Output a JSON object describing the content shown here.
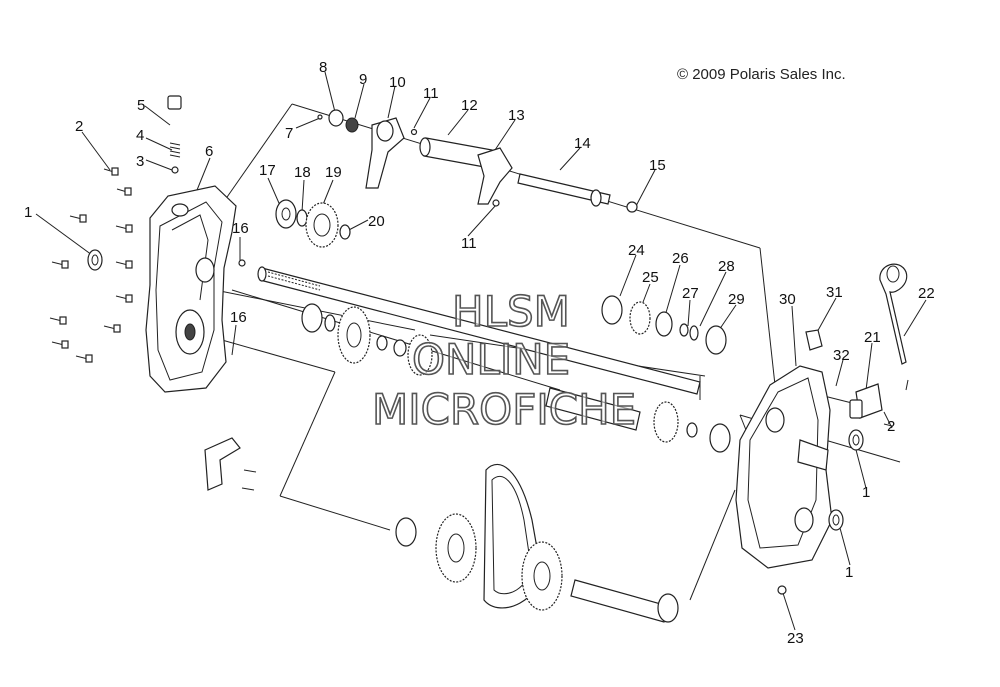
{
  "copyright": "© 2009 Polaris Sales Inc.",
  "watermark": {
    "line1": "HLSM",
    "line2": "ONLINE",
    "line3": "MICROFICHE"
  },
  "callouts": [
    {
      "id": "c-1a",
      "text": "1"
    },
    {
      "id": "c-2a",
      "text": "2"
    },
    {
      "id": "c-3",
      "text": "3"
    },
    {
      "id": "c-4",
      "text": "4"
    },
    {
      "id": "c-5",
      "text": "5"
    },
    {
      "id": "c-6",
      "text": "6"
    },
    {
      "id": "c-7",
      "text": "7"
    },
    {
      "id": "c-8",
      "text": "8"
    },
    {
      "id": "c-9",
      "text": "9"
    },
    {
      "id": "c-10",
      "text": "10"
    },
    {
      "id": "c-11a",
      "text": "11"
    },
    {
      "id": "c-12",
      "text": "12"
    },
    {
      "id": "c-13",
      "text": "13"
    },
    {
      "id": "c-14",
      "text": "14"
    },
    {
      "id": "c-15",
      "text": "15"
    },
    {
      "id": "c-11b",
      "text": "11"
    },
    {
      "id": "c-17",
      "text": "17"
    },
    {
      "id": "c-18",
      "text": "18"
    },
    {
      "id": "c-19",
      "text": "19"
    },
    {
      "id": "c-20",
      "text": "20"
    },
    {
      "id": "c-16a",
      "text": "16"
    },
    {
      "id": "c-16b",
      "text": "16"
    },
    {
      "id": "c-24",
      "text": "24"
    },
    {
      "id": "c-25",
      "text": "25"
    },
    {
      "id": "c-26",
      "text": "26"
    },
    {
      "id": "c-27",
      "text": "27"
    },
    {
      "id": "c-28",
      "text": "28"
    },
    {
      "id": "c-29",
      "text": "29"
    },
    {
      "id": "c-30",
      "text": "30"
    },
    {
      "id": "c-31",
      "text": "31"
    },
    {
      "id": "c-22",
      "text": "22"
    },
    {
      "id": "c-21",
      "text": "21"
    },
    {
      "id": "c-32",
      "text": "32"
    },
    {
      "id": "c-2b",
      "text": "2"
    },
    {
      "id": "c-1b",
      "text": "1"
    },
    {
      "id": "c-1c",
      "text": "1"
    },
    {
      "id": "c-23",
      "text": "23"
    }
  ]
}
